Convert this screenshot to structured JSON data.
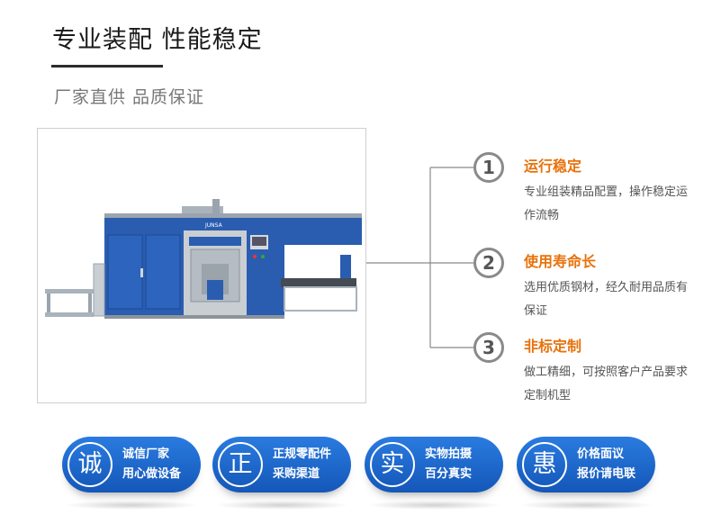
{
  "header": {
    "title": "专业装配  性能稳定",
    "subtitle": "厂家直供  品质保证"
  },
  "machine": {
    "brand_text": "JUNSA",
    "body_color": "#2a5db0"
  },
  "features": [
    {
      "number": "1",
      "title": "运行稳定",
      "desc": "专业组装精品配置，操作稳定运作流畅"
    },
    {
      "number": "2",
      "title": "使用寿命长",
      "desc": "选用优质钢材，经久耐用品质有保证"
    },
    {
      "number": "3",
      "title": "非标定制",
      "desc": "做工精细，可按照客户产品要求定制机型"
    }
  ],
  "badges": [
    {
      "char": "诚",
      "line1": "诚信厂家",
      "line2": "用心做设备"
    },
    {
      "char": "正",
      "line1": "正规零配件",
      "line2": "采购渠道"
    },
    {
      "char": "实",
      "line1": "实物拍摄",
      "line2": "百分真实"
    },
    {
      "char": "惠",
      "line1": "价格面议",
      "line2": "报价请电联"
    }
  ],
  "colors": {
    "accent_orange": "#e8720c",
    "badge_blue": "#1e6ad0",
    "line_gray": "#8a8a8a"
  }
}
